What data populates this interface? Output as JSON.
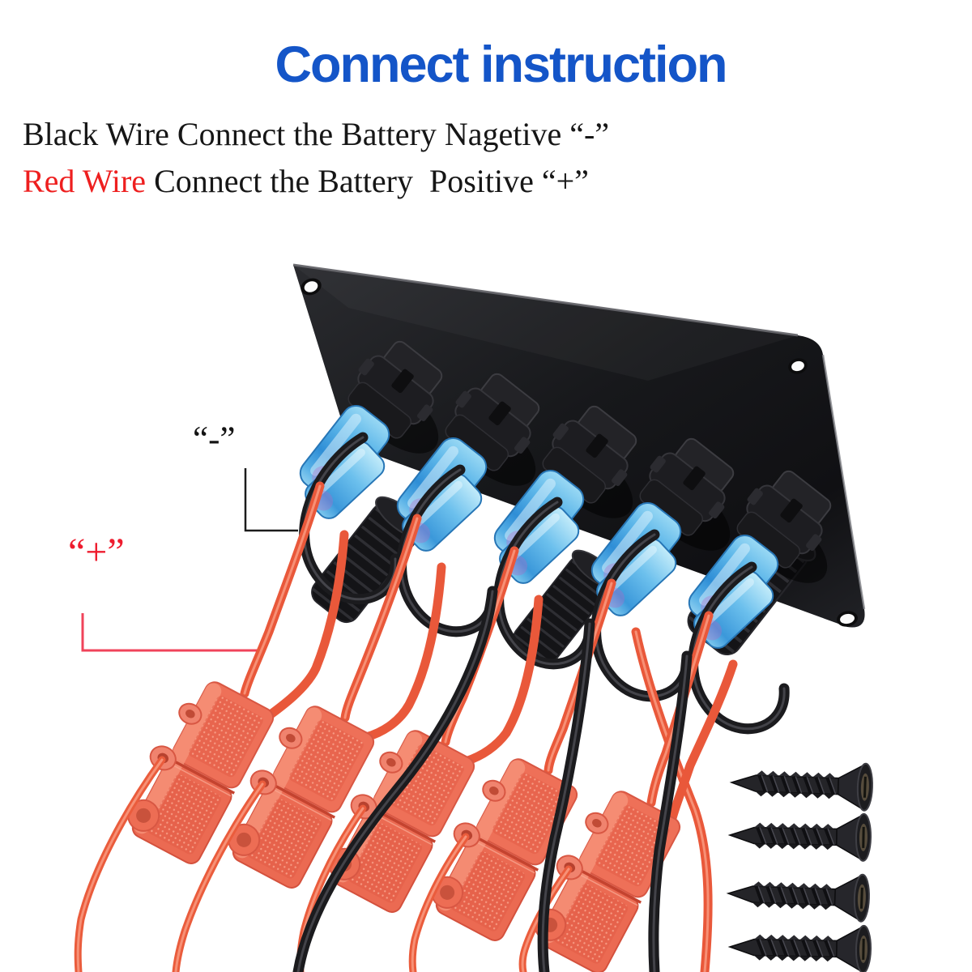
{
  "title": {
    "text": "Connect instruction",
    "color": "#1455c8"
  },
  "instructions": [
    {
      "text": "Black Wire Connect the Battery Nagetive “-”",
      "color": "#161616"
    },
    {
      "prefix": "Red Wire",
      "prefix_color": "#ee1f1f",
      "rest": " Connect the Battery  Positive “+”"
    }
  ],
  "callouts": {
    "negative": {
      "label": "“-”",
      "wire": "black",
      "color": "#141414",
      "line_color": "#1c1c1c"
    },
    "positive": {
      "label": "“+”",
      "wire": "red",
      "color": "#ee1c2e",
      "line_color": "#f0435a"
    }
  },
  "figure": {
    "description": "Rear view of a 5-gang black switch panel: five round sockets with blue insulated spade terminals, black negative and red positive wires, five inline fuse holders and four mounting screws",
    "socket_count": 5,
    "fuse_holder_count": 5,
    "screw_count": 4,
    "mounting_hole_count": 3,
    "colors": {
      "panel": "#1a1b1e",
      "wire_black": "#1b1b1e",
      "wire_red": "#e9583a",
      "terminal_blue": "#4aa9e4",
      "fuse_holder": "#ee7058",
      "screw": "#26262b"
    },
    "parts": [
      {
        "name": "switch panel (rear view)",
        "color": "#1a1b1e"
      },
      {
        "name": "round socket housings",
        "count": 5,
        "color": "#1d1d21"
      },
      {
        "name": "blue insulated terminals",
        "color": "#4aa9e4"
      },
      {
        "name": "black negative wires",
        "color": "#1b1b1e"
      },
      {
        "name": "red positive wires",
        "color": "#e9583a"
      },
      {
        "name": "inline fuse holders",
        "count": 5,
        "color": "#ee7058"
      },
      {
        "name": "self-tapping mounting screws",
        "count": 4,
        "color": "#26262b"
      }
    ]
  }
}
